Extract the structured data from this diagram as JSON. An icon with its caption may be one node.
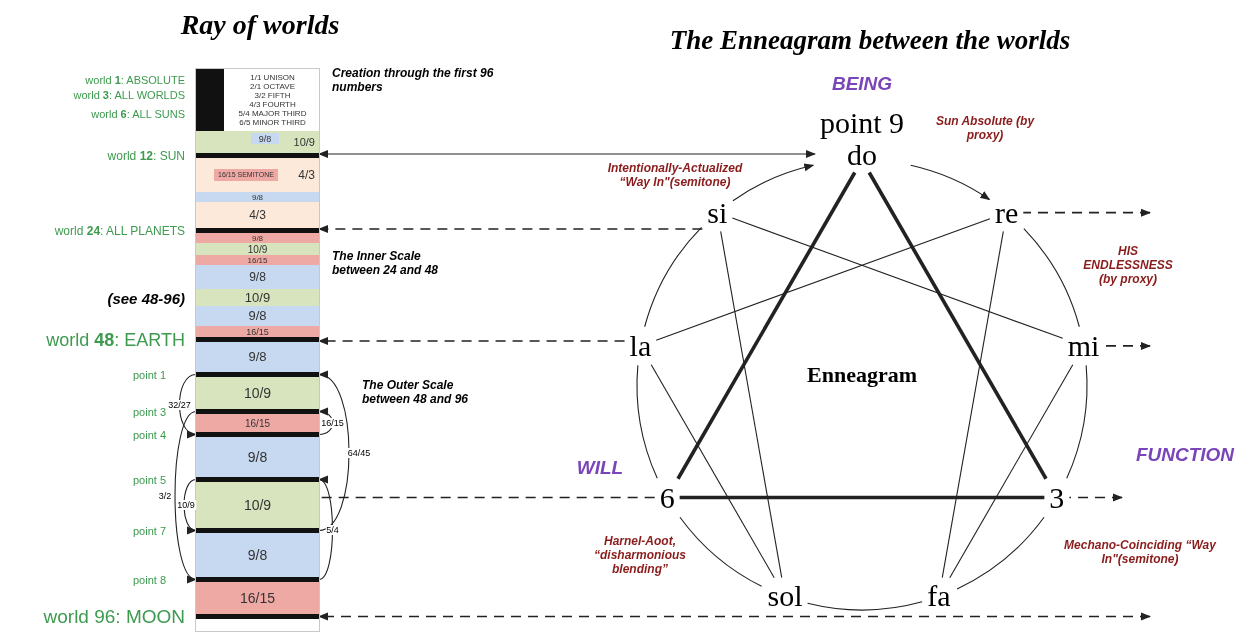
{
  "diagram": {
    "nodes": [
      {
        "text": [],
        "shape": "box"
      },
      {
        "text": [
          "1/1 UNISON",
          "2/1 OCTAVE",
          "3/2 FIFTH",
          "4/3 FOURTH",
          "5/4 MAJOR THIRD",
          "6/5 MINOR THIRD"
        ],
        "in": 0
      },
      {
        "text": [
          "9/8"
        ],
        "in": 3
      },
      {
        "text": [
          "10/9"
        ],
        "in": 0
      },
      {
        "text": [],
        "shape": "bar",
        "in": 0,
        "beside": [
          "world **12**: SUN"
        ]
      },
      {
        "text": [
          "4/3"
        ],
        "in": 0
      },
      {
        "text": [
          "16/15 SEMITONE"
        ],
        "in": 5
      },
      {
        "text": [
          "9/8"
        ],
        "in": 0
      },
      {
        "text": [
          "4/3"
        ],
        "in": 0
      },
      {
        "text": [],
        "shape": "bar",
        "in": 0,
        "beside": [
          "world **24**: ALL PLANETS"
        ]
      },
      {
        "text": [
          "9/8"
        ],
        "in": 0
      },
      {
        "text": [
          "10/9"
        ],
        "in": 0
      },
      {
        "text": [
          "16/15"
        ],
        "in": 0
      },
      {
        "text": [
          "9/8"
        ],
        "in": 0
      },
      {
        "text": [
          "10/9"
        ],
        "in": 0
      },
      {
        "text": [
          "9/8"
        ],
        "in": 0
      },
      {
        "text": [
          "16/15"
        ],
        "in": 0
      },
      {
        "text": [],
        "shape": "bar",
        "in": 0,
        "beside": [
          "world **48**: EARTH"
        ]
      },
      {
        "text": [
          "9/8"
        ],
        "in": 0
      },
      {
        "text": [],
        "shape": "bar",
        "in": 0,
        "beside": [
          "point 1"
        ]
      },
      {
        "text": [
          "10/9"
        ],
        "in": 0
      },
      {
        "text": [],
        "shape": "bar",
        "in": 0,
        "beside": [
          "point 3"
        ]
      },
      {
        "text": [
          "16/15"
        ],
        "in": 0
      },
      {
        "text": [],
        "shape": "bar",
        "in": 0,
        "beside": [
          "point 4"
        ]
      },
      {
        "text": [
          "9/8"
        ],
        "in": 0
      },
      {
        "text": [],
        "shape": "bar",
        "in": 0,
        "beside": [
          "point 5"
        ]
      },
      {
        "text": [
          "10/9"
        ],
        "in": 0
      },
      {
        "text": [],
        "shape": "bar",
        "in": 0,
        "beside": [
          "point 7"
        ]
      },
      {
        "text": [
          "9/8"
        ],
        "in": 0
      },
      {
        "text": [],
        "shape": "bar",
        "in": 0,
        "beside": [
          "point 8"
        ]
      },
      {
        "text": [
          "16/15"
        ],
        "in": 0
      },
      {
        "text": [],
        "shape": "bar",
        "in": 0,
        "beside": [
          "world 96: MOON"
        ]
      },
      {
        "text": [
          "point 9",
          "do"
        ],
        "beside": [
          "BEING"
        ]
      },
      {
        "text": [
          "re"
        ]
      },
      {
        "text": [
          "mi"
        ]
      },
      {
        "text": [
          "3"
        ]
      },
      {
        "text": [
          "fa"
        ]
      },
      {
        "text": [
          "sol"
        ]
      },
      {
        "text": [
          "6"
        ],
        "beside": [
          "WILL",
          "Harnel-Aoot, “disharmonious blending”"
        ]
      },
      {
        "text": [
          "la"
        ]
      },
      {
        "text": [
          "si"
        ]
      }
    ],
    "edges": [
      {
        "from": 32,
        "to": 4,
        "arrow": "both"
      },
      {
        "from": 40,
        "to": 9,
        "arrow": "to",
        "style": "dashed"
      },
      {
        "from": 33,
        "to": null,
        "arrow": "to",
        "style": "dashed"
      },
      {
        "from": 39,
        "to": 17,
        "arrow": "to",
        "style": "dashed"
      },
      {
        "from": 34,
        "to": null,
        "arrow": "to",
        "style": "dashed"
      },
      {
        "from": 38,
        "to": 26,
        "arrow": "none",
        "style": "dashed"
      },
      {
        "from": 35,
        "to": null,
        "arrow": "to",
        "style": "dashed"
      },
      {
        "from": 31,
        "to": null,
        "arrow": "both",
        "style": "dashed"
      },
      {
        "from": 19,
        "to": 23,
        "arrow": "to",
        "label": "32/27"
      },
      {
        "from": 21,
        "to": 29,
        "arrow": "to",
        "label": "3/2"
      },
      {
        "from": 25,
        "to": 27,
        "arrow": "to",
        "label": "10/9"
      },
      {
        "from": 23,
        "to": 21,
        "arrow": "to",
        "label": "16/15"
      },
      {
        "from": 27,
        "to": 19,
        "arrow": "to",
        "label": "64/45"
      },
      {
        "from": 29,
        "to": 25,
        "arrow": "to",
        "label": "5/4"
      },
      {
        "from": 40,
        "to": 32,
        "arrow": "to",
        "label": "Intentionally-Actualized “Way In\"(semitone)"
      },
      {
        "from": 32,
        "to": 33,
        "arrow": "to",
        "label": "Sun Absolute (by proxy)"
      },
      {
        "from": 33,
        "to": 34,
        "arrow": "none",
        "label": "HIS ENDLESSNESS (by proxy)"
      },
      {
        "from": 34,
        "to": 35,
        "arrow": "none"
      },
      {
        "from": 35,
        "to": 36,
        "arrow": "none"
      },
      {
        "from": 36,
        "to": 37,
        "arrow": "none"
      },
      {
        "from": 37,
        "to": 38,
        "arrow": "none"
      },
      {
        "from": 38,
        "to": 39,
        "arrow": "none"
      },
      {
        "from": 39,
        "to": 40,
        "arrow": "none"
      },
      {
        "from": 32,
        "to": 35,
        "arrow": "none",
        "style": "thick"
      },
      {
        "from": 35,
        "to": 38,
        "arrow": "none",
        "style": "thick"
      },
      {
        "from": 38,
        "to": 32,
        "arrow": "none",
        "style": "thick"
      },
      {
        "from": 33,
        "to": 36,
        "arrow": "none"
      },
      {
        "from": 36,
        "to": 34,
        "arrow": "none"
      },
      {
        "from": 34,
        "to": 40,
        "arrow": "none"
      },
      {
        "from": 40,
        "to": 37,
        "arrow": "none"
      },
      {
        "from": 37,
        "to": 39,
        "arrow": "none"
      },
      {
        "from": 39,
        "to": 33,
        "arrow": "none"
      }
    ],
    "labels": [
      "Ray of worlds",
      "The Enneagram between the worlds",
      "world **1**: ABSOLUTE",
      "world **3**: ALL WORLDS",
      "world **6**: ALL SUNS",
      "Creation through the first 96 numbers",
      "The Inner Scale between 24 and 48",
      "(see 48-96)",
      "The Outer Scale between 48 and 96",
      "Enneagram",
      "FUNCTION",
      "Mechano-Coinciding “Way In\"(semitone)"
    ]
  }
}
